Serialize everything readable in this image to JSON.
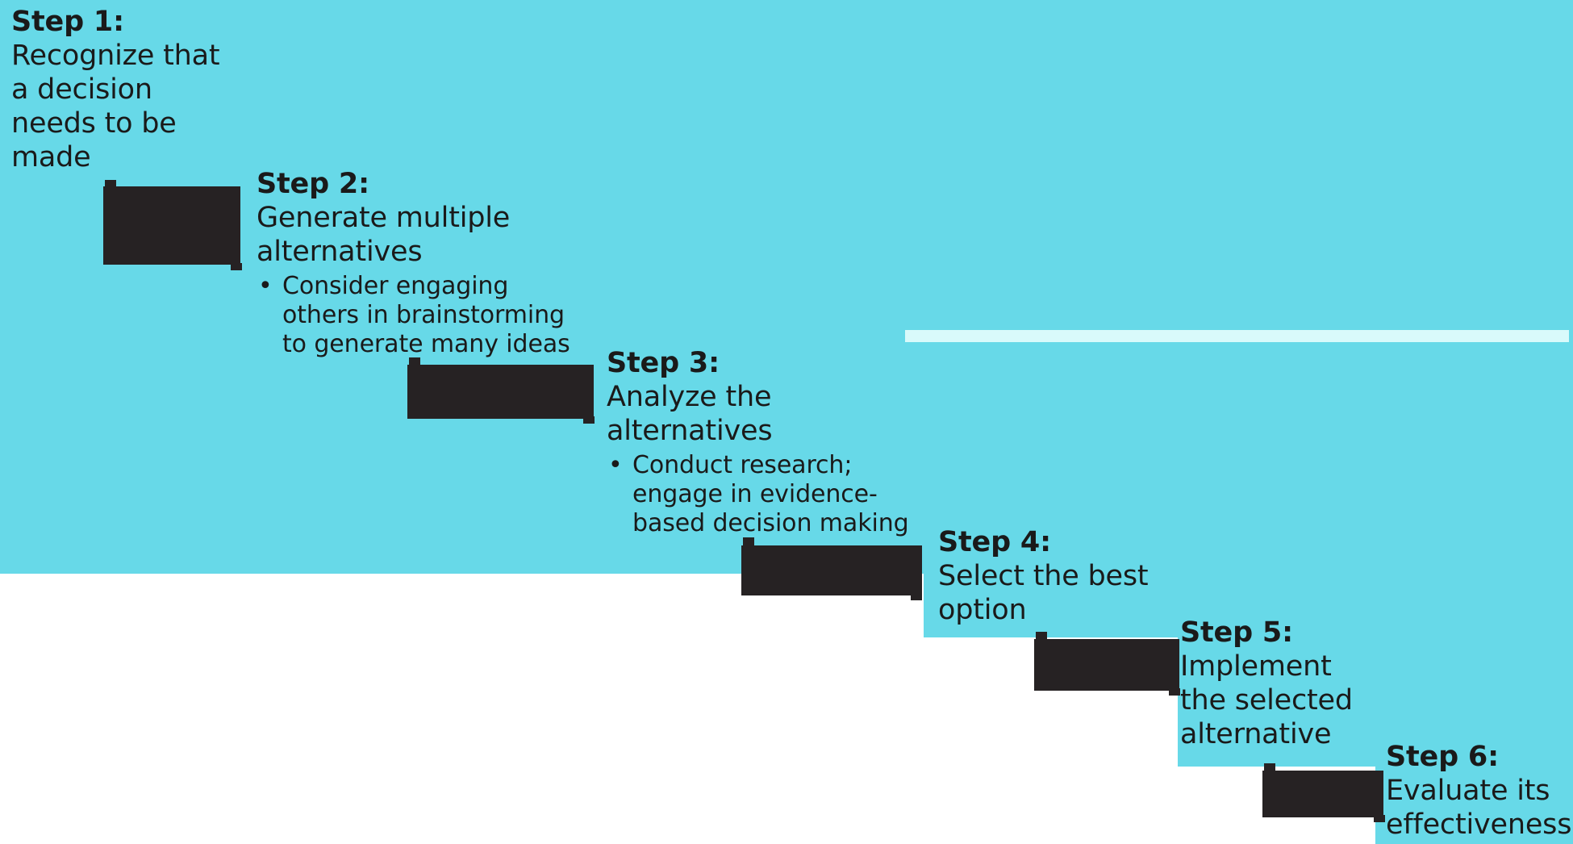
{
  "diagram": {
    "title": "Decision-making process staircase",
    "type": "staircase-process",
    "colors": {
      "teal_panel": "#67D9E8",
      "tread_dark": "#262223",
      "background": "#FFFFFF",
      "rule_highlight": "#D9FAFB",
      "text": "#1A1A1A"
    },
    "steps": [
      {
        "id": "step-1",
        "title": "Step 1:",
        "body": "Recognize that a decision needs to be made",
        "bullets": []
      },
      {
        "id": "step-2",
        "title": "Step 2:",
        "body": "Generate multiple alternatives",
        "bullets": [
          "Consider engaging others in  brainstorming to generate many ideas"
        ]
      },
      {
        "id": "step-3",
        "title": "Step 3:",
        "body": "Analyze the alternatives",
        "bullets": [
          "Conduct research; engage in evidence-based decision making"
        ]
      },
      {
        "id": "step-4",
        "title": "Step 4:",
        "body": "Select the best option",
        "bullets": []
      },
      {
        "id": "step-5",
        "title": "Step 5:",
        "body": "Implement the selected alternative",
        "bullets": []
      },
      {
        "id": "step-6",
        "title": "Step 6:",
        "body": "Evaluate its effectiveness",
        "bullets": []
      }
    ],
    "bullet_glyph": "•"
  }
}
